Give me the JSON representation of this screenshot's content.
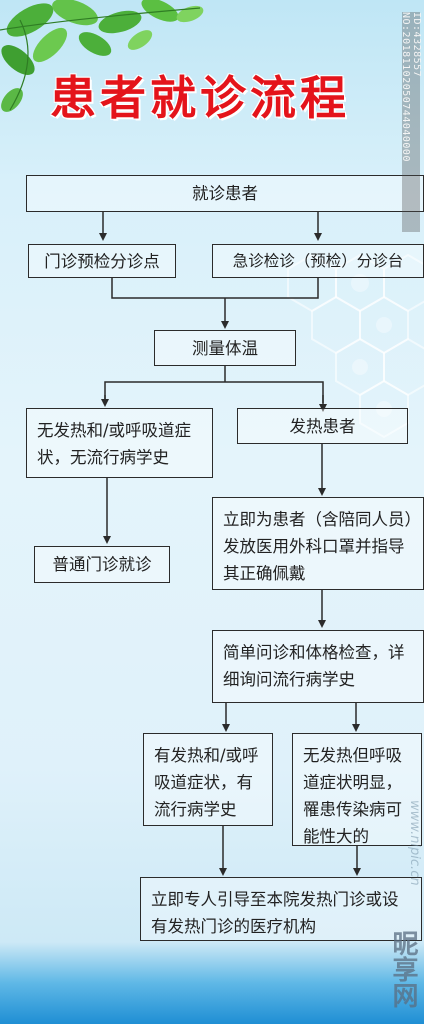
{
  "title": "患者就诊流程",
  "nodes": {
    "n1": "就诊患者",
    "n2": "门诊预检分诊点",
    "n3": "急诊检诊（预检）分诊台",
    "n4": "测量体温",
    "n5": "无发热和/或呼吸道症状，无流行病学史",
    "n6": "发热患者",
    "n7": "普通门诊就诊",
    "n8": "立即为患者（含陪同人员）发放医用外科口罩并指导其正确佩戴",
    "n9": "简单问诊和体格检查，详细询问流行病学史",
    "n10": "有发热和/或呼吸道症状，有流行病学史",
    "n11": "无发热但呼吸道症状明显，罹患传染病可能性大的",
    "n12": "立即专人引导至本院发热门诊或设有发热门诊的医疗机构"
  },
  "watermark": {
    "id": "ID:4328557 NO:20181102050744040000",
    "url": "www.nipic.cn",
    "logo": "昵享网"
  },
  "colors": {
    "title": "#e4141b",
    "line": "#2b2b2b",
    "bottom_band": "#1f8fd4"
  }
}
